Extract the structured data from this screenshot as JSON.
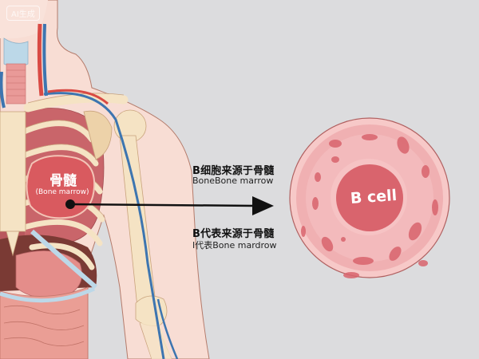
{
  "watermark": "AI生成",
  "diagram": {
    "source_label": {
      "chinese": "骨髓",
      "english": "(Bone marrow)"
    },
    "arrow_caption_top": {
      "title": "B细胞来源于骨髓",
      "subtitle": "BoneBone marrow"
    },
    "arrow_caption_bottom": {
      "title": "B代表来源于骨髓",
      "subtitle": "I代表Bone mardrow"
    },
    "target_label": "B cell"
  },
  "colors": {
    "background": "#dcdcde",
    "skin": "#f8ddd4",
    "bone": "#f5e3c4",
    "marrow": "#d95a5f",
    "artery": "#d94a44",
    "vein": "#3d75b0",
    "cell_body": "#f3b4b6",
    "cell_nucleus": "#d9646d",
    "arrow": "#111111"
  }
}
